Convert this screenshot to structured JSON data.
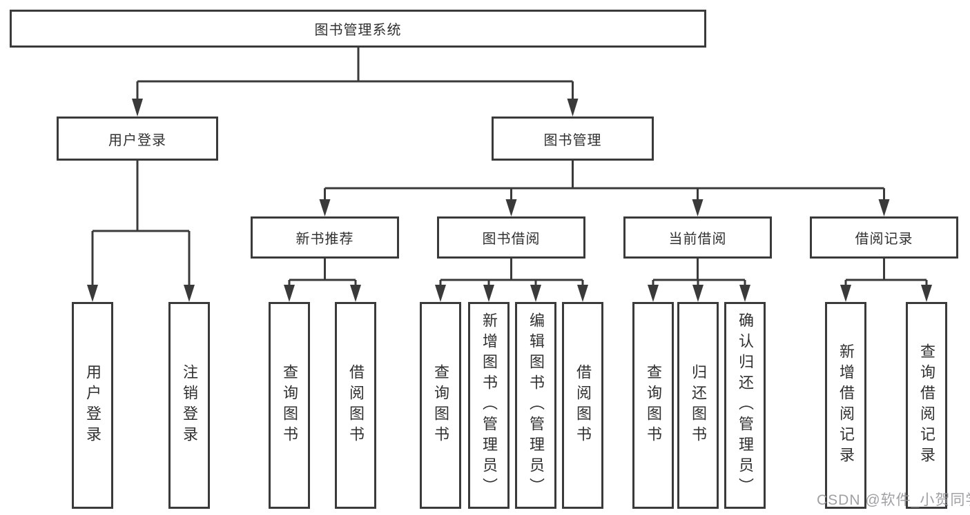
{
  "diagram": {
    "root": {
      "label": "图书管理系统"
    },
    "branches": [
      {
        "label": "用户登录",
        "children": [
          {
            "label": "用户登录"
          },
          {
            "label": "注销登录"
          }
        ]
      },
      {
        "label": "图书管理",
        "children": [
          {
            "label": "新书推荐",
            "children": [
              {
                "label": "查询图书"
              },
              {
                "label": "借阅图书"
              }
            ]
          },
          {
            "label": "图书借阅",
            "children": [
              {
                "label": "查询图书"
              },
              {
                "label": "新增图书（管理员）"
              },
              {
                "label": "编辑图书（管理员）"
              },
              {
                "label": "借阅图书"
              }
            ]
          },
          {
            "label": "当前借阅",
            "children": [
              {
                "label": "查询图书"
              },
              {
                "label": "归还图书"
              },
              {
                "label": "确认归还（管理员）"
              }
            ]
          },
          {
            "label": "借阅记录",
            "children": [
              {
                "label": "新增借阅记录"
              },
              {
                "label": "查询借阅记录"
              }
            ]
          }
        ]
      }
    ]
  },
  "colors": {
    "line": "#3a3a3a",
    "box_border": "#3a3a3a",
    "text": "#303030",
    "watermark": "#97989b",
    "background": "#ffffff"
  },
  "watermark": {
    "text": "CSDN @软件_小贺同学"
  }
}
